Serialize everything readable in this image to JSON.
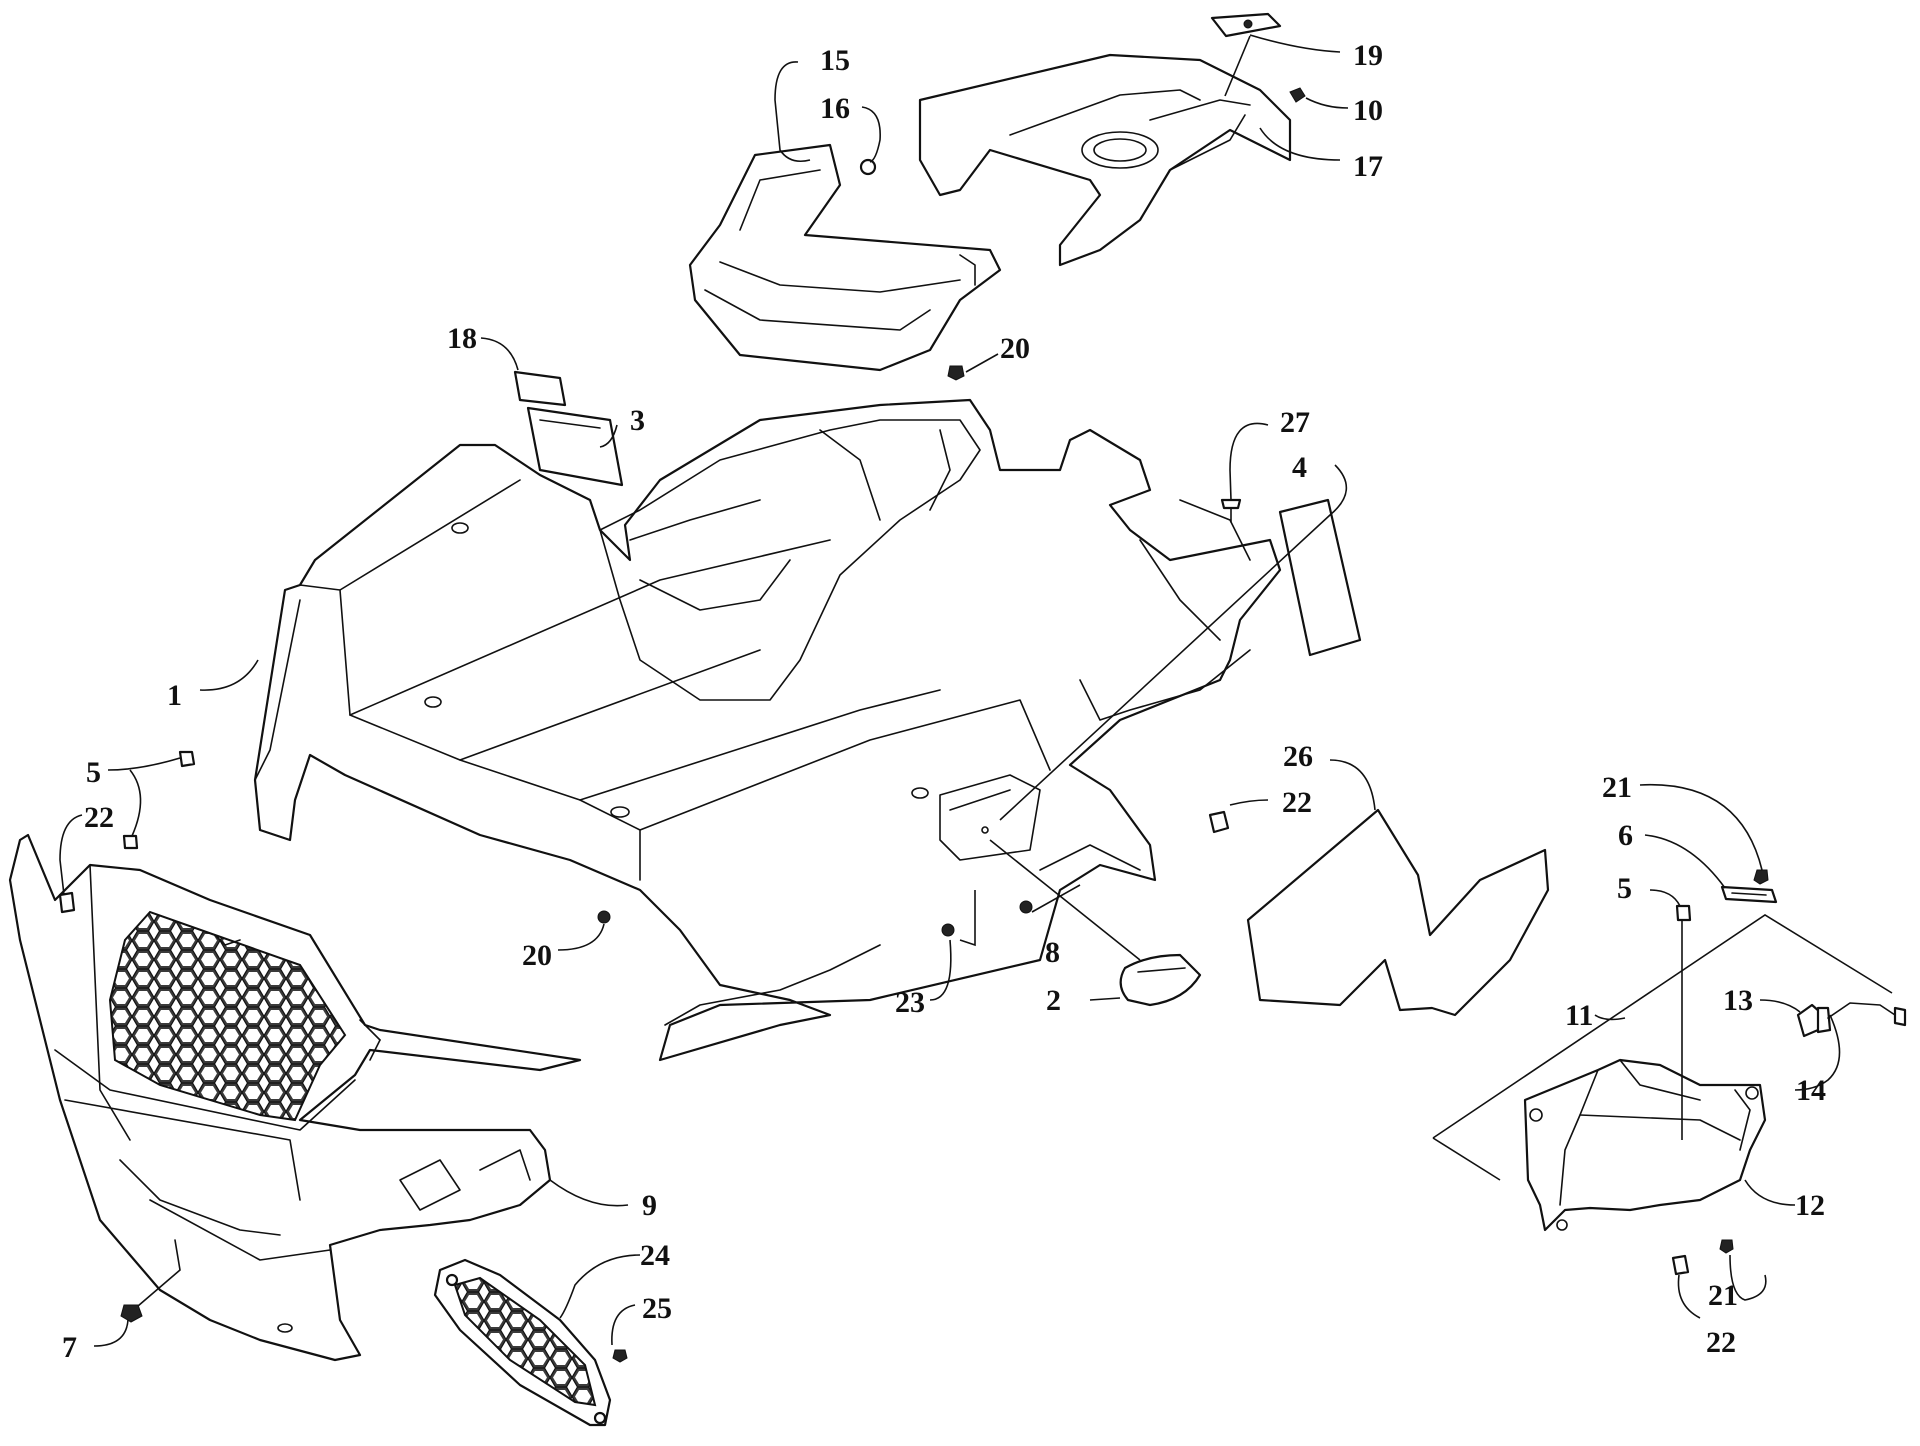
{
  "diagram": {
    "callouts": [
      {
        "id": "c1",
        "label": "1"
      },
      {
        "id": "c2",
        "label": "2"
      },
      {
        "id": "c3",
        "label": "3"
      },
      {
        "id": "c4",
        "label": "4"
      },
      {
        "id": "c5a",
        "label": "5"
      },
      {
        "id": "c5b",
        "label": "5"
      },
      {
        "id": "c6",
        "label": "6"
      },
      {
        "id": "c7",
        "label": "7"
      },
      {
        "id": "c8",
        "label": "8"
      },
      {
        "id": "c9",
        "label": "9"
      },
      {
        "id": "c10",
        "label": "10"
      },
      {
        "id": "c11",
        "label": "11"
      },
      {
        "id": "c12",
        "label": "12"
      },
      {
        "id": "c13",
        "label": "13"
      },
      {
        "id": "c14",
        "label": "14"
      },
      {
        "id": "c15",
        "label": "15"
      },
      {
        "id": "c16",
        "label": "16"
      },
      {
        "id": "c17",
        "label": "17"
      },
      {
        "id": "c18",
        "label": "18"
      },
      {
        "id": "c19",
        "label": "19"
      },
      {
        "id": "c20a",
        "label": "20"
      },
      {
        "id": "c20b",
        "label": "20"
      },
      {
        "id": "c21a",
        "label": "21"
      },
      {
        "id": "c21b",
        "label": "21"
      },
      {
        "id": "c22a",
        "label": "22"
      },
      {
        "id": "c22b",
        "label": "22"
      },
      {
        "id": "c22c",
        "label": "22"
      },
      {
        "id": "c23",
        "label": "23"
      },
      {
        "id": "c24",
        "label": "24"
      },
      {
        "id": "c25",
        "label": "25"
      },
      {
        "id": "c26",
        "label": "26"
      },
      {
        "id": "c27",
        "label": "27"
      }
    ]
  },
  "colors": {
    "line": "#111111",
    "background": "#ffffff"
  }
}
